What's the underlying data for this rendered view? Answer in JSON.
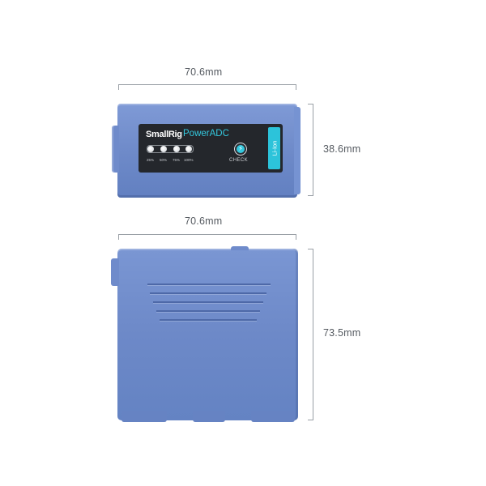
{
  "dimensions": {
    "top_width": "70.6mm",
    "top_height": "38.6mm",
    "bottom_width": "70.6mm",
    "bottom_height": "73.5mm"
  },
  "battery_label": {
    "brand": "SmallRig",
    "product": "PowerADC",
    "levels": [
      "25%",
      "50%",
      "75%",
      "100%"
    ],
    "button_label": "CHECK",
    "chemistry": "Li-Ion",
    "accent_color": "#34c8de"
  },
  "colors": {
    "body": "#6d89c8",
    "panel": "#24272c"
  }
}
